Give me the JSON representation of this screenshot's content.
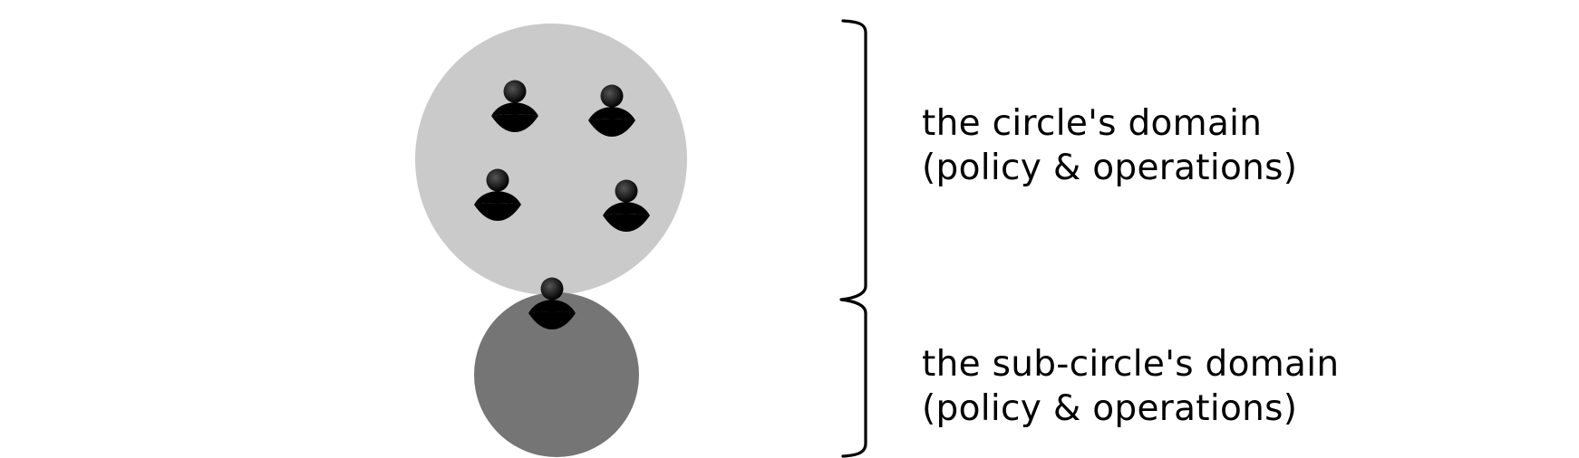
{
  "colors": {
    "circle_fill": "#cacaca",
    "sub_circle_fill": "#757575",
    "member_fill": "#000000",
    "bracket_stroke": "#000000",
    "text": "#000000"
  },
  "circle_domain": {
    "line1": "the circle's domain",
    "line2": "(policy & operations)"
  },
  "sub_circle_domain": {
    "line1": "the sub-circle's domain",
    "line2": "(policy & operations)"
  },
  "icons": {
    "member": "person-icon",
    "bracket": "curly-brace-icon"
  }
}
